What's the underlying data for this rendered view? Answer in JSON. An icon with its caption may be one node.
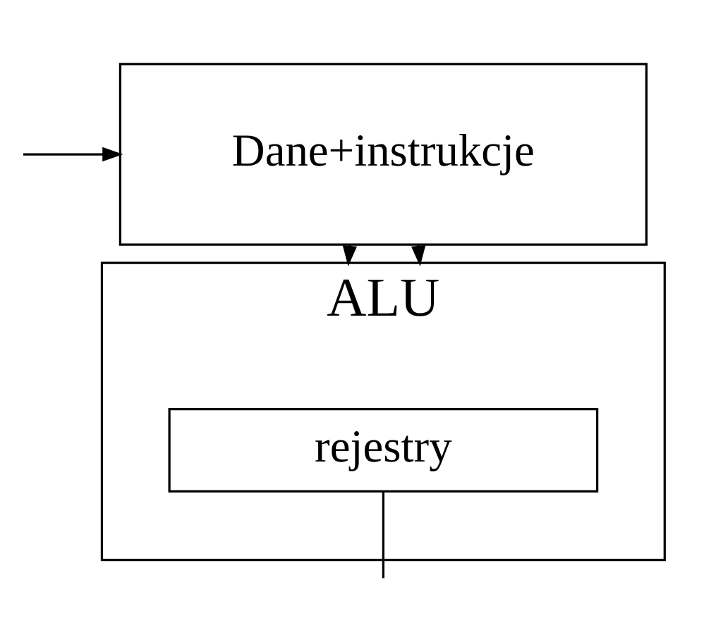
{
  "diagram": {
    "nodes": [
      {
        "text": [
          "Dane+instrukcje"
        ]
      },
      {
        "text": [
          "ALU"
        ]
      },
      {
        "text": [
          "rejestry"
        ],
        "in": 1
      }
    ],
    "edges": [
      {
        "from": 0,
        "to": 1,
        "arrow": "to"
      },
      {
        "from": 0,
        "to": 1,
        "arrow": "to"
      },
      {
        "from": null,
        "to": 0,
        "arrow": "to"
      },
      {
        "from": 2,
        "to": null,
        "arrow": "none"
      }
    ]
  }
}
